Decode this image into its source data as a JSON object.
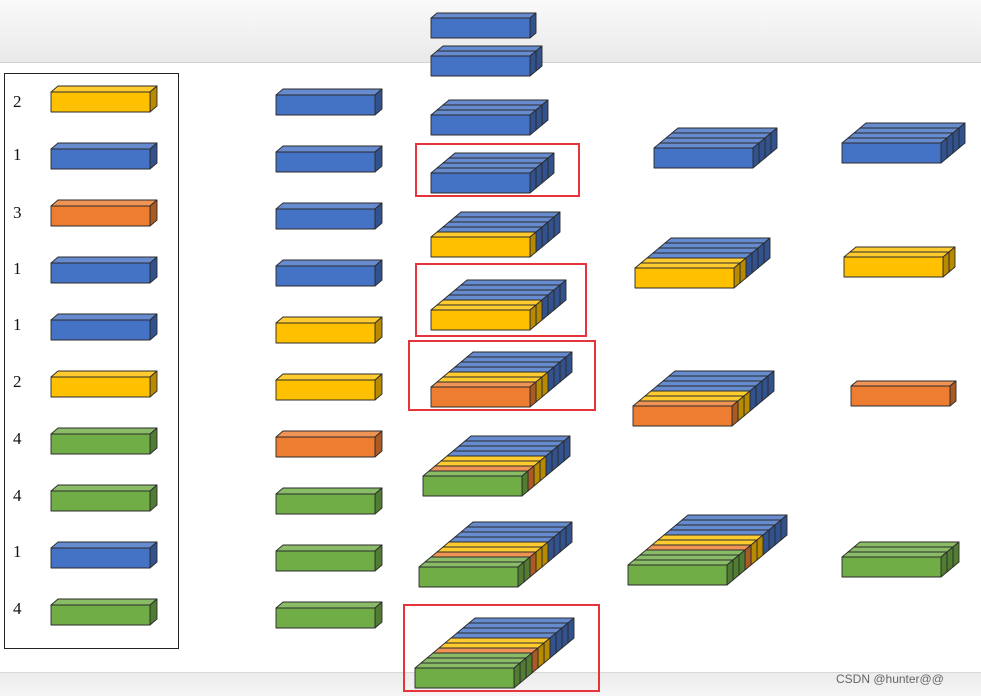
{
  "colors": {
    "1": "#4472c4",
    "2": "#ffc000",
    "3": "#ed7d31",
    "4": "#70ad47"
  },
  "legend": {
    "counts": [
      "2",
      "1",
      "3",
      "1",
      "1",
      "2",
      "4",
      "4",
      "1",
      "4"
    ],
    "category_ids": [
      2,
      1,
      3,
      1,
      1,
      2,
      4,
      4,
      1,
      4
    ]
  },
  "sorted_column": {
    "category_ids": [
      1,
      1,
      1,
      1,
      2,
      2,
      3,
      4,
      4,
      4
    ]
  },
  "stack_steps": [
    [
      1
    ],
    [
      1,
      1
    ],
    [
      1,
      1,
      1
    ],
    [
      1,
      1,
      1,
      1
    ],
    [
      2,
      1,
      1,
      1,
      1
    ],
    [
      2,
      2,
      1,
      1,
      1,
      1
    ],
    [
      3,
      2,
      2,
      1,
      1,
      1,
      1
    ],
    [
      4,
      3,
      2,
      2,
      1,
      1,
      1,
      1
    ],
    [
      4,
      4,
      3,
      2,
      2,
      1,
      1,
      1,
      1
    ],
    [
      4,
      4,
      4,
      3,
      2,
      2,
      1,
      1,
      1,
      1
    ]
  ],
  "step_groups": [
    [
      1,
      1,
      1,
      1
    ],
    [
      2,
      2,
      1,
      1,
      1,
      1
    ],
    [
      3,
      2,
      2,
      1,
      1,
      1,
      1
    ],
    [
      4,
      4,
      4,
      3,
      2,
      2,
      1,
      1,
      1,
      1
    ]
  ],
  "category_groups": [
    [
      1,
      1,
      1,
      1
    ],
    [
      2,
      2
    ],
    [
      3
    ],
    [
      4,
      4,
      4
    ]
  ],
  "highlighted_steps": [
    3,
    5,
    6,
    9
  ],
  "watermark": "CSDN @hunter@@"
}
